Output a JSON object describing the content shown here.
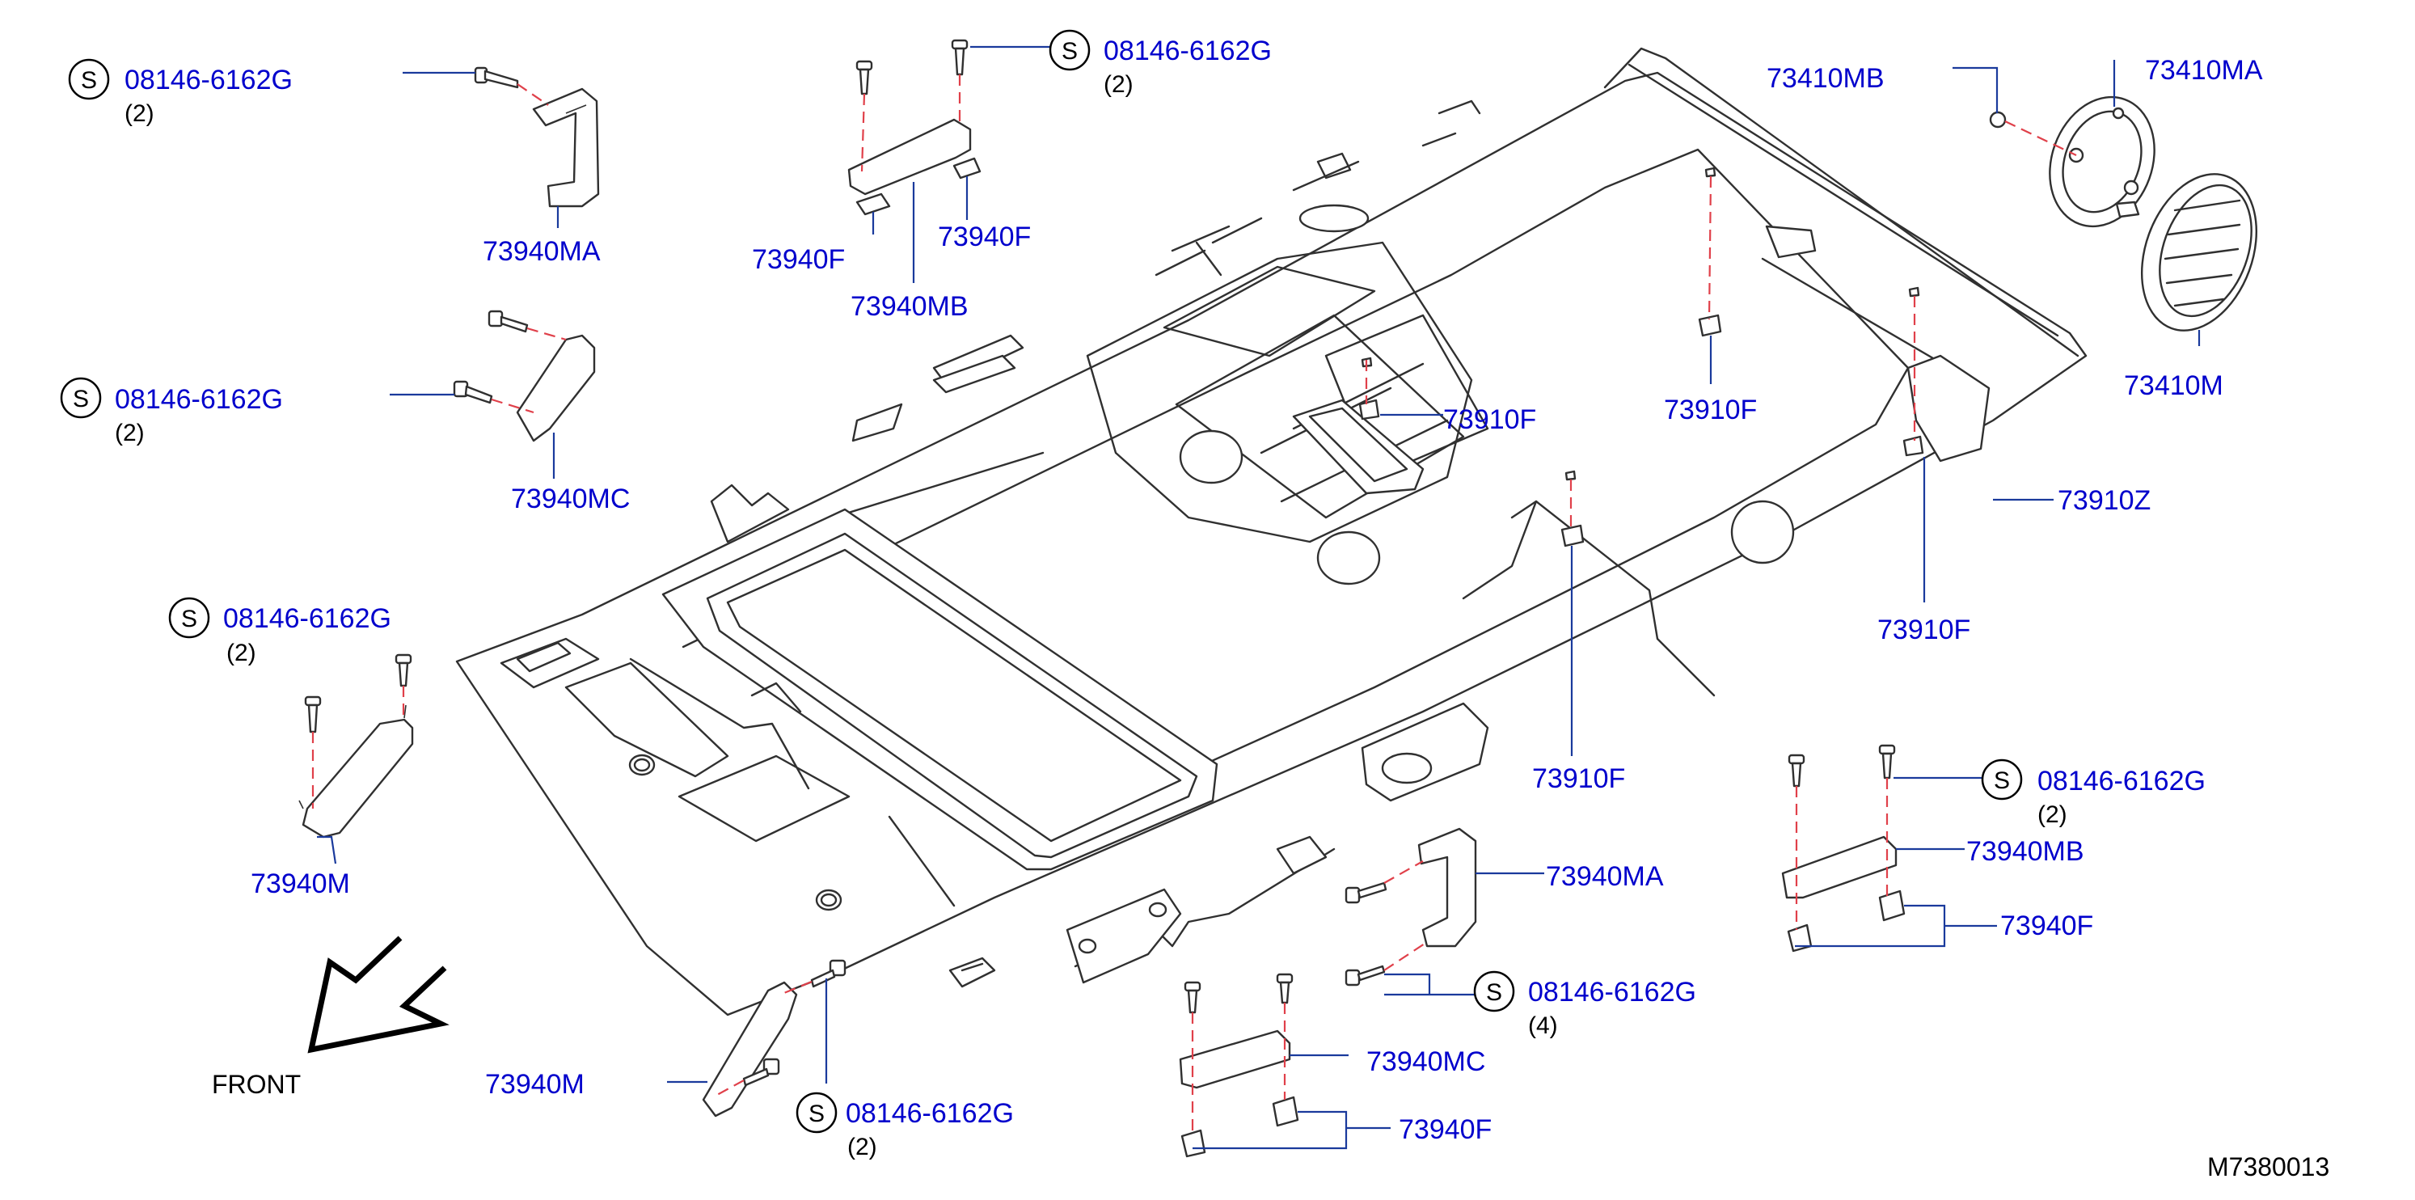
{
  "diagram_code": "M7380013",
  "front_label": "FRONT",
  "screw_symbol": "S",
  "colors": {
    "part_label": "#0000cc",
    "leader": "#1a3a9c",
    "dashed_guide": "#e0404a",
    "outline": "#303030"
  },
  "icons": [
    "front-arrow-icon",
    "screw-icon",
    "clip-icon",
    "grip-icon",
    "lamp-icon",
    "speaker-grille-icon"
  ],
  "callouts": [
    {
      "id": "s-tl",
      "part": "08146-6162G",
      "qty": "(2)"
    },
    {
      "id": "s-top",
      "part": "08146-6162G",
      "qty": "(2)"
    },
    {
      "id": "s-left2",
      "part": "08146-6162G",
      "qty": "(2)"
    },
    {
      "id": "s-left3",
      "part": "08146-6162G",
      "qty": "(2)"
    },
    {
      "id": "s-right",
      "part": "08146-6162G",
      "qty": "(2)"
    },
    {
      "id": "s-bottom-mid",
      "part": "08146-6162G",
      "qty": "(4)"
    },
    {
      "id": "s-bottom-left",
      "part": "08146-6162G",
      "qty": "(2)"
    }
  ],
  "labels": [
    {
      "id": "l-73940ma-1",
      "text": "73940MA"
    },
    {
      "id": "l-73940f-1",
      "text": "73940F"
    },
    {
      "id": "l-73940f-2",
      "text": "73940F"
    },
    {
      "id": "l-73940mb-1",
      "text": "73940MB"
    },
    {
      "id": "l-73940mc-1",
      "text": "73940MC"
    },
    {
      "id": "l-73940m-1",
      "text": "73940M"
    },
    {
      "id": "l-73410mb",
      "text": "73410MB"
    },
    {
      "id": "l-73410ma",
      "text": "73410MA"
    },
    {
      "id": "l-73410m",
      "text": "73410M"
    },
    {
      "id": "l-73910f-1",
      "text": "73910F"
    },
    {
      "id": "l-73910f-2",
      "text": "73910F"
    },
    {
      "id": "l-73910z",
      "text": "73910Z"
    },
    {
      "id": "l-73910f-3",
      "text": "73910F"
    },
    {
      "id": "l-73910f-4",
      "text": "73910F"
    },
    {
      "id": "l-73940ma-2",
      "text": "73940MA"
    },
    {
      "id": "l-73940mb-2",
      "text": "73940MB"
    },
    {
      "id": "l-73940f-3",
      "text": "73940F"
    },
    {
      "id": "l-73940mc-2",
      "text": "73940MC"
    },
    {
      "id": "l-73940f-4",
      "text": "73940F"
    },
    {
      "id": "l-73940m-2",
      "text": "73940M"
    }
  ]
}
